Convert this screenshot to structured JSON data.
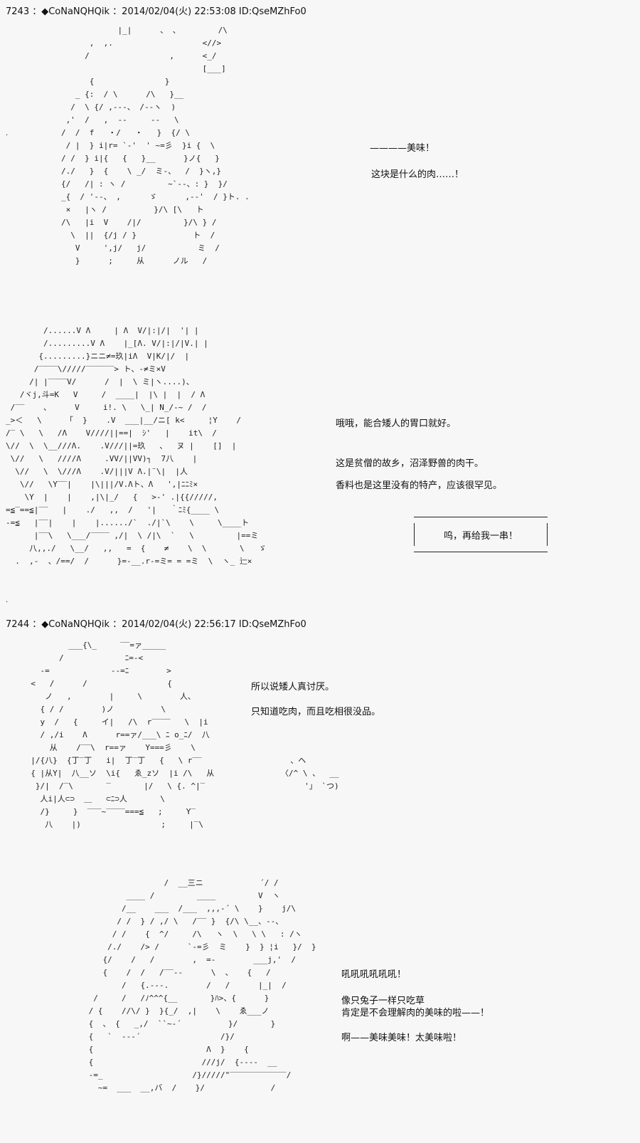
{
  "posts": [
    {
      "header": "7243 ：◆CoNaNQHQik ：2014/02/04(火) 22:53:08 ID:QseMZhFo0",
      "panels": [
        {
          "lines": [
            "————美味！",
            "这块是什么的肉……！"
          ],
          "art": "            |_|      、 、        /\\\n      ,  ,.                   <//>\n     /                 ,      <_/\n                              [___]\n      {               }\n   _ {:  / \\      /\\   }__\n  /  \\ {/ ,-‐-、 /‐-ヽ  )\n ,'  /   ,  --     --   \\\n/  /  f   ・/   ・   }  {/ \\\n / |  } i|r= `‐'  ' ~=彡  }i {  \\\n/ /  } i|{   {   }__      }ノ{   }\n/./   }  {    \\ _/  ミ-、  /  }ヽ,}\n{/   /| : ヽ /         ~`‐-、: }  }/\n_{  / '--、 ,      ゞ      ,--'  / }ト. .\n ×   |ヽ /          }/\\ [\\   ト\n/\\   |i  V    /|/         }/\\ } /\n  \\  ||  {/j / }            ト  /\n   V     ',j/   j/           ミ  /\n   }      ;     从      ノル   /"
        },
        {
          "lines": [
            "哦哦，能合矮人的胃口就好。",
            "这是贫僧的故乡，沼泽野兽的肉干。",
            "香料也是这里没有的特产，应该很罕见。"
          ],
          "bubble": "呜，再给我一串！",
          "art": "        /......V Λ     | Λ  V/|:|/|  '| |\n        /.........V Λ    |_[Λ. V/|:|/|V.| |\n       {.........}ニニ≠=玖|iΛ  V|K/|/  |\n      /‾‾‾‾\\/////‾‾‾‾‾‾> ト、-≠ミ×V\n     /| |‾‾‾‾V/      /  |  \\ ミ|ヽ....)、\n   /ヾj,斗=K   V     /  ____|  |\\ |  |  / Λ\n /‾‾    、     V     i!. \\   \\_| N_/‐~ /  /\n_>＜   \\     「  }    .V  ___|__/ニ[ k<     ¦Y    /\n/‾ \\   \\   /Λ    V////||==|  ｼ'   |    it\\  /\n\\//  \\  \\__///Λ.    .V///||=玖   、  ヌ |    []  |\n \\//   \\   ////Λ     .VV/||VV)┐  7八    |\n  \\//   \\  \\///Λ    .V/|||V Λ.|¨\\|  |人\n   \\//   \\Y‾‾|    |\\|||/V.Λト、Λ   ',|ﾆﾆﾐ×\n    \\Y  |    |    ,|\\|_/   {   >-' .|{{/////,\n=≦‾==≦|‾‾   |    ./   ,,  /   '|   ｀ﾆﾐ{____ \\\n-=≦   |‾‾|    |    |....../`  ./|`\\    \\     \\____ト\n      |‾‾\\   \\___/‾‾‾‾ ,/|  \\ /|\\  `   \\         |==ミ\n     八,,./   \\__/   ,,   =  {    ≠    \\  \\       \\   ゞ\n  .  ,-  、/==/  /      }=-__.r-=ミ= = =ミ  \\  ヽ_ 辷×"
        }
      ]
    },
    {
      "header": "7244 ：◆CoNaNQHQik ：2014/02/04(火) 22:56:17 ID:QseMZhFo0",
      "panels": [
        {
          "lines": [
            "所以说矮人真讨厌。",
            "只知道吃肉，而且吃相很没品。"
          ],
          "aside": "  、ヘ\n〈/^ \\ 、  __\n     '」 `つ)",
          "art": "          ___{\\_     ‾‾=ァ_____\n        /             ﾆ=-<\n    -=             -‐=ﾆ        >\n  <   /      /                 {\n     ノ   ,        |     \\        人、\n    { / /        )ノ          \\\n    y  /   {     イ|   /\\  r‾‾‾‾   \\  |i\n    / ,/i    Λ      r==ァ/___\\ ﾆ o_ﾆ/  八\n      从    /‾‾\\  r==ァ    Y===彡    \\\n  |/{八}  {丁‾丁   i|  丁‾丁   {   \\ r‾‾\n  { |从Y|  八__ソ  \\i{   ゑ_zソ  |i /\\   从\n   }/|  /‾\\       ‾       |/   \\ {. ^|‾\n    人i|人⊂⊃  ＿   ⊂ﾆ⊃人       \\\n    /}     }  ‾‾‾~‾‾‾‾===≦   ;     Y‾\n     八    |)                 ;     |‾\\"
        },
        {
          "lines": [
            "吼吼吼吼吼吼！",
            "像只兔子一样只吃草",
            "肯定是不会理解肉的美味的啦——！",
            "啊——美味美味！太美味啦！"
          ],
          "art": "                 /  __三ニ            ´/ /\n         ____ /         ____         V  ヽ\n        /__    ___  /___  ,,,‐´ \\    }    j/\\\n       / /  } / ,/ \\   /‾‾ }  {/\\ \\__、--、\n      / /    {  ^/     /\\   ヽ  \\   \\ \\   : /ヽ\n     /./    /> /      `‐=彡  ミ    }  } ¦i   }/  }\n    {/    /   /        ,  =-        ___j,'  /\n    {    /  /   /‾‾-‐      \\  、   {   /\n        /   {.‐‐‐.        /   /      |_|  /\n  /     /   /ﾉ^^^{__       }ﾊ>、{      }\n / {    //\\/ }  }{_/  ,|    \\    ゑ___ノ\n {  、 {   _,/  ``~‐´          }/       }\n {   `  ‐‐‐´                 /}/\n {                        Λ  }    {\n {                       ///j/  {‐‐‐‐  __\n -=_                   /}/////\"‾‾‾‾‾‾‾‾‾‾‾‾/\n   ~=  ___  __,バ  /    }/              /"
        }
      ]
    }
  ]
}
